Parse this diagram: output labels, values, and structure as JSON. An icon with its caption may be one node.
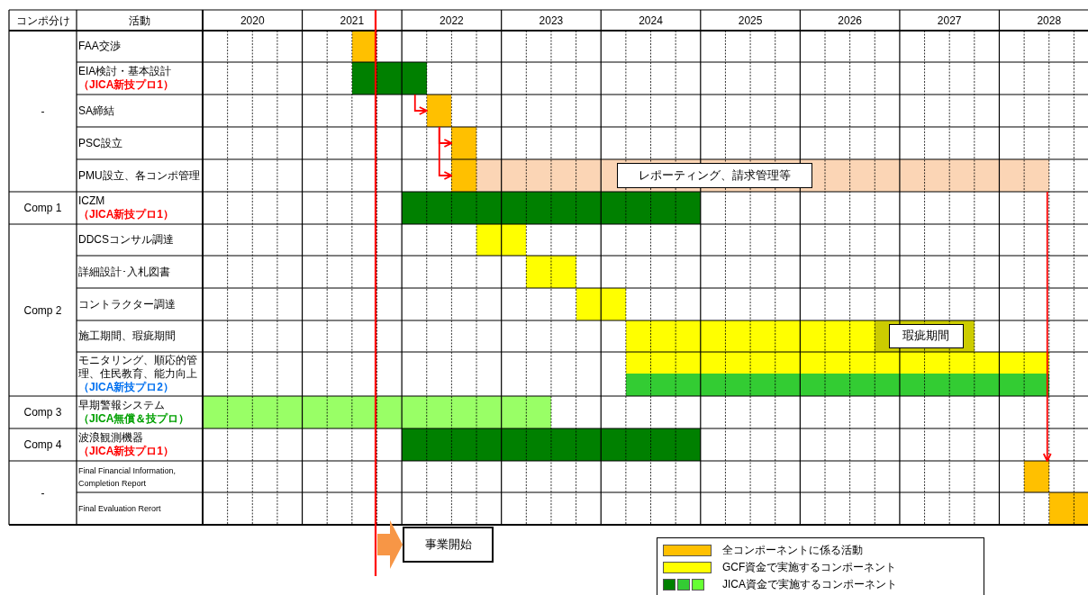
{
  "diagram": {
    "nodes": [
      {
        "text": [],
        "shape": "bar"
      },
      {
        "text": [],
        "shape": "bar"
      },
      {
        "text": [],
        "shape": "bar"
      },
      {
        "text": [],
        "shape": "bar"
      },
      {
        "text": [],
        "shape": "bar"
      },
      {
        "text": [],
        "shape": "bar"
      },
      {
        "text": [
          "レポーティング、請求管理等"
        ],
        "in": 5
      },
      {
        "text": [],
        "shape": "bar"
      },
      {
        "text": [],
        "shape": "bar"
      },
      {
        "text": [],
        "shape": "bar"
      },
      {
        "text": [],
        "shape": "bar"
      },
      {
        "text": [],
        "shape": "bar"
      },
      {
        "text": [],
        "shape": "bar"
      },
      {
        "text": [
          "瑕疵期間"
        ],
        "in": 12
      },
      {
        "text": [],
        "shape": "bar"
      },
      {
        "text": [],
        "shape": "bar"
      },
      {
        "text": [],
        "shape": "bar"
      },
      {
        "text": [],
        "shape": "bar"
      },
      {
        "text": [],
        "shape": "bar"
      },
      {
        "text": [],
        "shape": "bar"
      },
      {
        "text": [
          "事業開始"
        ]
      }
    ],
    "edges": [
      {
        "from": 1,
        "to": 2,
        "arrow": "to"
      },
      {
        "from": 2,
        "to": 3,
        "arrow": "to"
      },
      {
        "from": 2,
        "to": 4,
        "arrow": "to"
      },
      {
        "from": 5,
        "to": 18,
        "arrow": "to"
      },
      {
        "from": null,
        "to": 20,
        "arrow": "to",
        "style": "thick",
        "color": "#f79646"
      }
    ],
    "labels": [
      "コンポ分け",
      "活動",
      "2020",
      "2021",
      "2022",
      "2023",
      "2024",
      "2025",
      "2026",
      "2027",
      "2028",
      "-",
      "FAA交渉",
      "EIA検討・基本設計",
      "（JICA新技プロ1）",
      "SA締結",
      "PSC設立",
      "PMU設立、各コンポ管理",
      "Comp 1",
      "ICZM",
      "（JICA新技プロ1）",
      "Comp 2",
      "DDCSコンサル調達",
      "詳細設計･入札図書",
      "コントラクター調達",
      "施工期間、瑕疵期間",
      "モニタリング、順応的管理、住民教育、能力向上",
      "（JICA新技プロ2）",
      "Comp 3",
      "早期警報システム",
      "（JICA無償＆技プロ）",
      "Comp 4",
      "波浪観測機器",
      "（JICA新技プロ1）",
      "-",
      "Final Financial Information, Completion Report",
      "Final Evaluation Rerort"
    ],
    "legend": [
      {
        "text": "全コンポーネントに係る活動",
        "color": "#ffc000"
      },
      {
        "text": "GCF資金で実施するコンポーネント",
        "color": "#ffff00"
      },
      {
        "text": "JICA資金で実施するコンポーネント",
        "color": "#008000"
      }
    ]
  }
}
